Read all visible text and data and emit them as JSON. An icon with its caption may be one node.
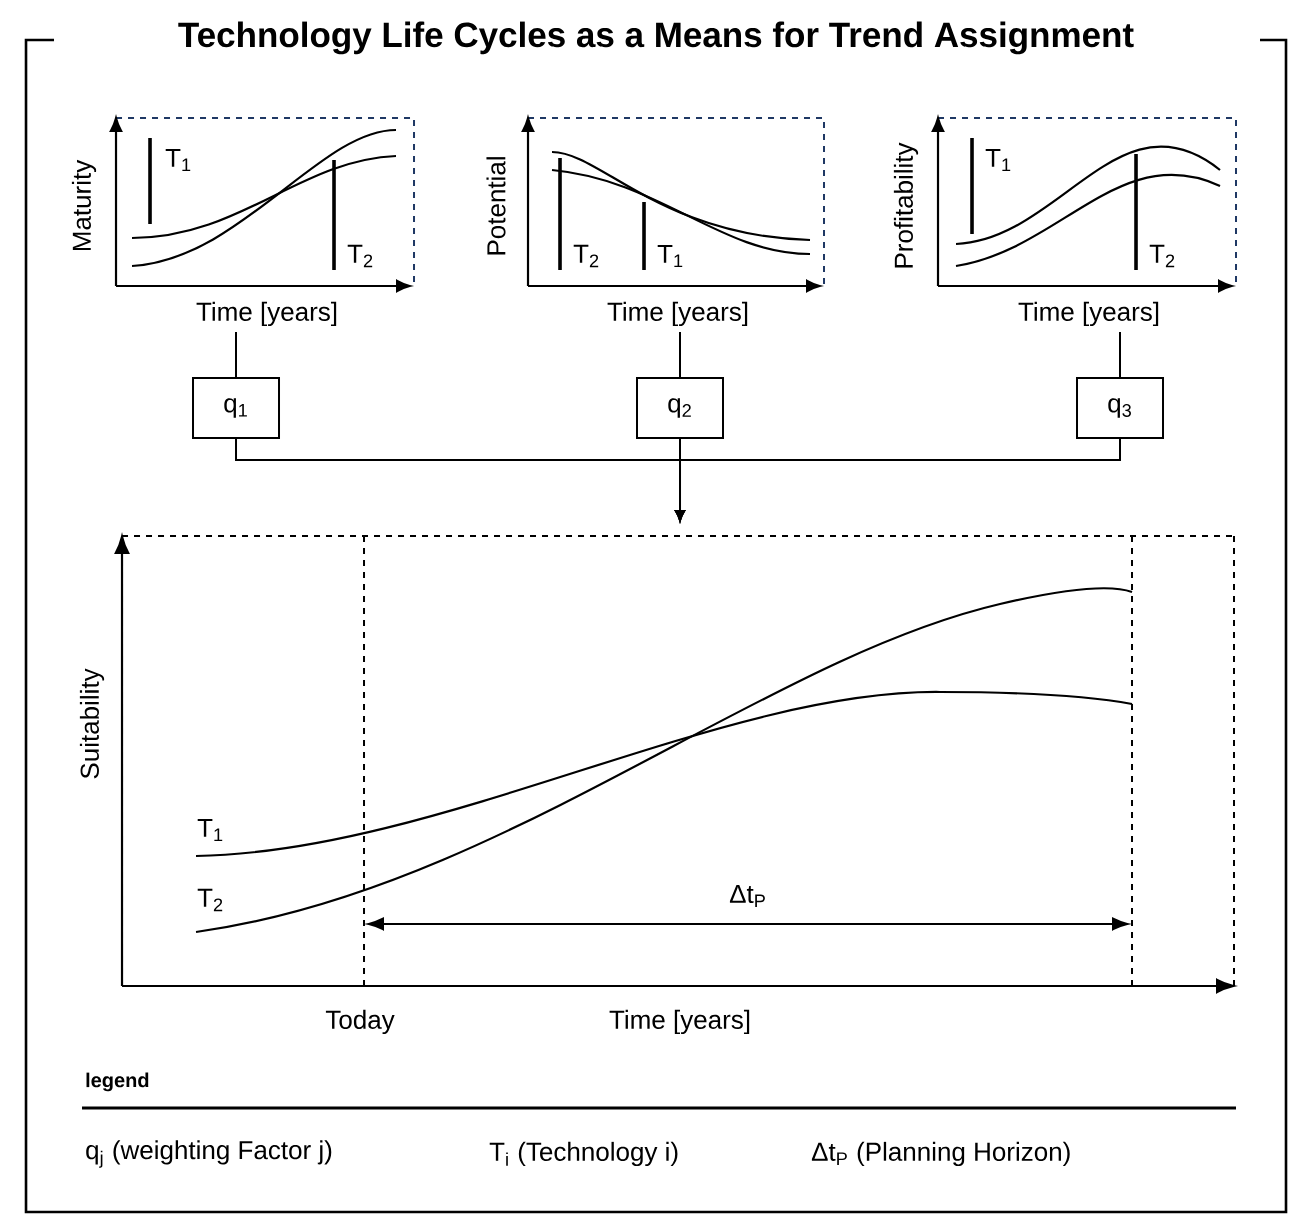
{
  "diagram": {
    "title": "Technology Life Cycles as a Means for Trend Assignment",
    "nodes": [
      {
        "text": [
          "Maturity",
          "Time [years]",
          "T$_{1}$",
          "T$_{2}$"
        ]
      },
      {
        "text": [
          "Potential",
          "Time [years]",
          "T$_{2}$",
          "T$_{1}$"
        ]
      },
      {
        "text": [
          "Profitability",
          "Time [years]",
          "T$_{1}$",
          "T$_{2}$"
        ]
      },
      {
        "text": [
          "q$_{1}$"
        ]
      },
      {
        "text": [
          "q$_{2}$"
        ]
      },
      {
        "text": [
          "q$_{3}$"
        ]
      },
      {
        "text": [
          "Suitability",
          "T$_{1}$",
          "T$_{2}$",
          "Δt$_{P}$",
          "Today",
          "Time [years]"
        ]
      }
    ],
    "edges": [
      {
        "from": 0,
        "to": 3,
        "arrow": "none"
      },
      {
        "from": 1,
        "to": 4,
        "arrow": "none"
      },
      {
        "from": 2,
        "to": 5,
        "arrow": "none"
      },
      {
        "from": 3,
        "to": 6,
        "arrow": "to"
      },
      {
        "from": 4,
        "to": 6,
        "arrow": "to"
      },
      {
        "from": 5,
        "to": 6,
        "arrow": "to"
      }
    ],
    "labels": [
      "legend",
      "q$_{j}$ (weighting Factor j)",
      "T$_{i}$ (Technology i)",
      "Δt$_{P}$ (Planning Horizon)"
    ]
  }
}
